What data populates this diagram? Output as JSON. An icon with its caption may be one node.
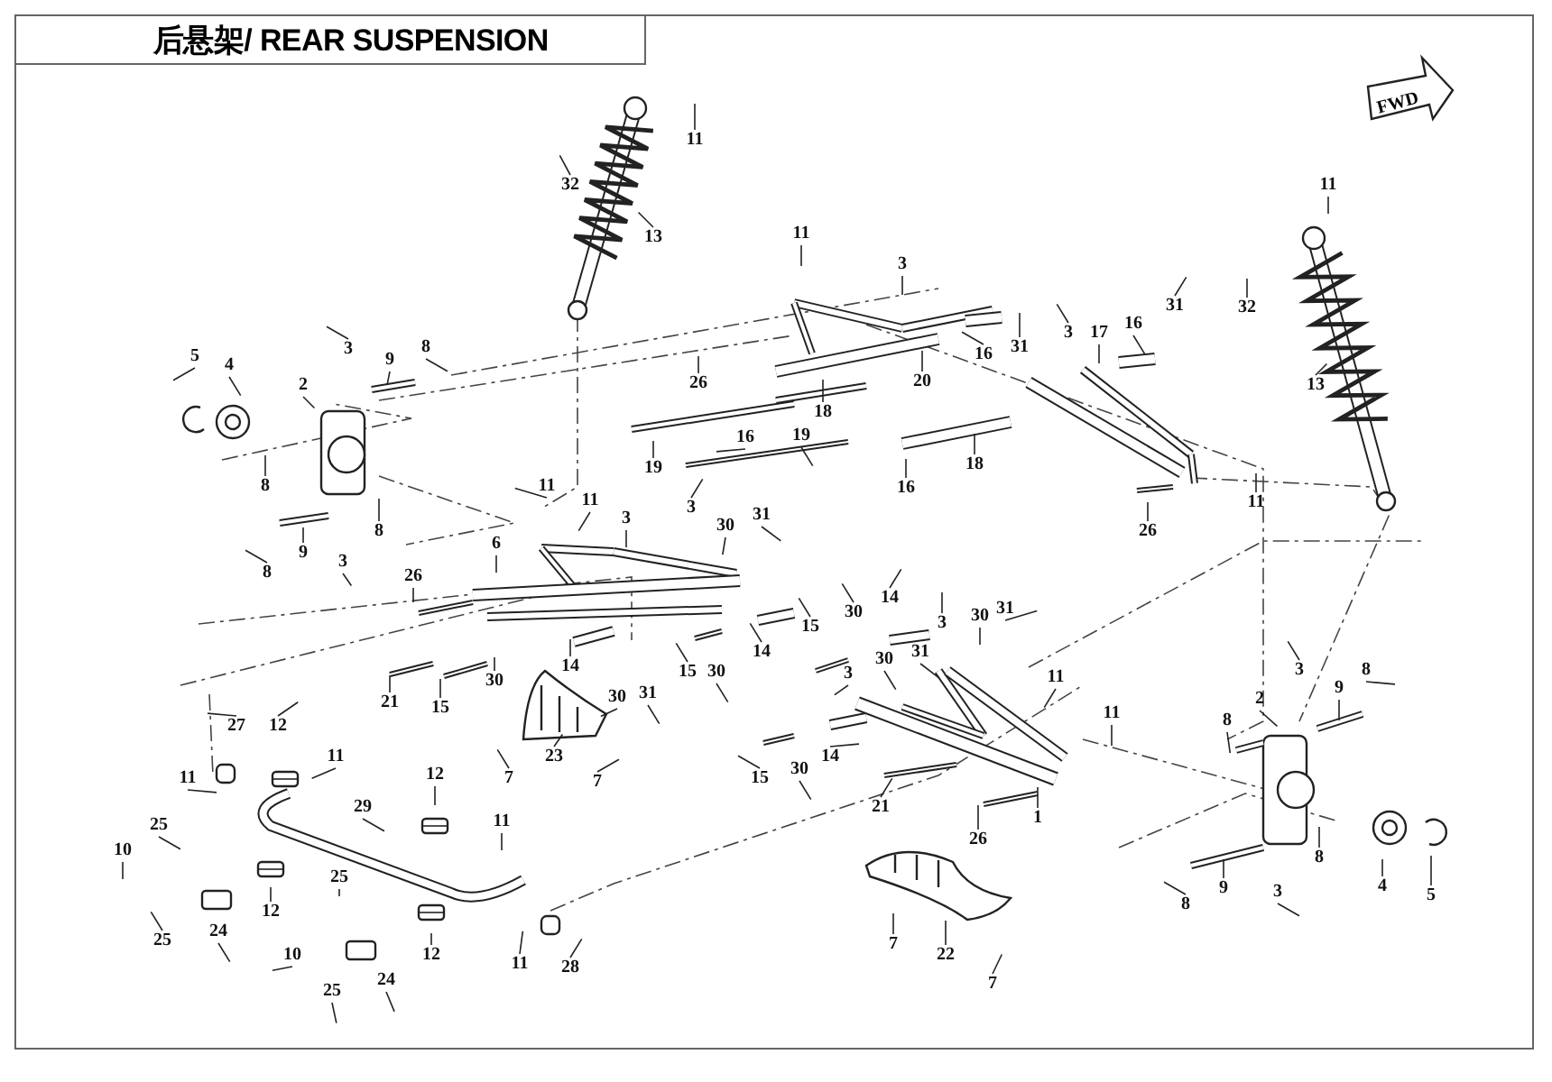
{
  "diagram": {
    "title": "后悬架/ REAR SUSPENSION",
    "nodes": [
      {
        "text": [
          "11"
        ]
      },
      {
        "text": [
          "32"
        ]
      },
      {
        "text": [
          "13"
        ]
      },
      {
        "text": [
          "5"
        ]
      },
      {
        "text": [
          "4"
        ]
      },
      {
        "text": [
          "3"
        ]
      },
      {
        "text": [
          "2"
        ]
      },
      {
        "text": [
          "9"
        ]
      },
      {
        "text": [
          "8"
        ]
      },
      {
        "text": [
          "8"
        ]
      },
      {
        "text": [
          "8"
        ]
      },
      {
        "text": [
          "8"
        ]
      },
      {
        "text": [
          "9"
        ]
      },
      {
        "text": [
          "3"
        ]
      },
      {
        "text": [
          "11"
        ]
      },
      {
        "text": [
          "11"
        ]
      },
      {
        "text": [
          "3"
        ]
      },
      {
        "text": [
          "3"
        ]
      },
      {
        "text": [
          "30"
        ]
      },
      {
        "text": [
          "31"
        ]
      },
      {
        "text": [
          "6"
        ]
      },
      {
        "text": [
          "26"
        ]
      },
      {
        "text": [
          "14"
        ]
      },
      {
        "text": [
          "14"
        ]
      },
      {
        "text": [
          "30"
        ]
      },
      {
        "text": [
          "15"
        ]
      },
      {
        "text": [
          "21"
        ]
      },
      {
        "text": [
          "30"
        ]
      },
      {
        "text": [
          "31"
        ]
      },
      {
        "text": [
          "15"
        ]
      },
      {
        "text": [
          "30"
        ]
      },
      {
        "text": [
          "7"
        ]
      },
      {
        "text": [
          "23"
        ]
      },
      {
        "text": [
          "7"
        ]
      },
      {
        "text": [
          "27"
        ]
      },
      {
        "text": [
          "11"
        ]
      },
      {
        "text": [
          "12"
        ]
      },
      {
        "text": [
          "11"
        ]
      },
      {
        "text": [
          "12"
        ]
      },
      {
        "text": [
          "29"
        ]
      },
      {
        "text": [
          "11"
        ]
      },
      {
        "text": [
          "25"
        ]
      },
      {
        "text": [
          "10"
        ]
      },
      {
        "text": [
          "25"
        ]
      },
      {
        "text": [
          "24"
        ]
      },
      {
        "text": [
          "12"
        ]
      },
      {
        "text": [
          "25"
        ]
      },
      {
        "text": [
          "10"
        ]
      },
      {
        "text": [
          "25"
        ]
      },
      {
        "text": [
          "24"
        ]
      },
      {
        "text": [
          "12"
        ]
      },
      {
        "text": [
          "11"
        ]
      },
      {
        "text": [
          "28"
        ]
      },
      {
        "text": [
          "11"
        ]
      },
      {
        "text": [
          "3"
        ]
      },
      {
        "text": [
          "26"
        ]
      },
      {
        "text": [
          "20"
        ]
      },
      {
        "text": [
          "16"
        ]
      },
      {
        "text": [
          "31"
        ]
      },
      {
        "text": [
          "18"
        ]
      },
      {
        "text": [
          "16"
        ]
      },
      {
        "text": [
          "19"
        ]
      },
      {
        "text": [
          "19"
        ]
      },
      {
        "text": [
          "16"
        ]
      },
      {
        "text": [
          "18"
        ]
      },
      {
        "text": [
          "3"
        ]
      },
      {
        "text": [
          "17"
        ]
      },
      {
        "text": [
          "16"
        ]
      },
      {
        "text": [
          "31"
        ]
      },
      {
        "text": [
          "11"
        ]
      },
      {
        "text": [
          "32"
        ]
      },
      {
        "text": [
          "13"
        ]
      },
      {
        "text": [
          "26"
        ]
      },
      {
        "text": [
          "11"
        ]
      },
      {
        "text": [
          "15"
        ]
      },
      {
        "text": [
          "30"
        ]
      },
      {
        "text": [
          "14"
        ]
      },
      {
        "text": [
          "3"
        ]
      },
      {
        "text": [
          "30"
        ]
      },
      {
        "text": [
          "31"
        ]
      },
      {
        "text": [
          "30"
        ]
      },
      {
        "text": [
          "31"
        ]
      },
      {
        "text": [
          "3"
        ]
      },
      {
        "text": [
          "11"
        ]
      },
      {
        "text": [
          "11"
        ]
      },
      {
        "text": [
          "15"
        ]
      },
      {
        "text": [
          "30"
        ]
      },
      {
        "text": [
          "14"
        ]
      },
      {
        "text": [
          "21"
        ]
      },
      {
        "text": [
          "26"
        ]
      },
      {
        "text": [
          "1"
        ]
      },
      {
        "text": [
          "7"
        ]
      },
      {
        "text": [
          "22"
        ]
      },
      {
        "text": [
          "7"
        ]
      },
      {
        "text": [
          "8"
        ]
      },
      {
        "text": [
          "2"
        ]
      },
      {
        "text": [
          "3"
        ]
      },
      {
        "text": [
          "9"
        ]
      },
      {
        "text": [
          "8"
        ]
      },
      {
        "text": [
          "8"
        ]
      },
      {
        "text": [
          "9"
        ]
      },
      {
        "text": [
          "3"
        ]
      },
      {
        "text": [
          "8"
        ]
      },
      {
        "text": [
          "4"
        ]
      },
      {
        "text": [
          "5"
        ]
      }
    ],
    "edges": [
      {
        "from": 0,
        "to": null,
        "arrow": "none"
      },
      {
        "from": 1,
        "to": null,
        "arrow": "none"
      },
      {
        "from": 2,
        "to": null,
        "arrow": "none"
      },
      {
        "from": 3,
        "to": null,
        "arrow": "none"
      },
      {
        "from": 4,
        "to": null,
        "arrow": "none"
      },
      {
        "from": 5,
        "to": null,
        "arrow": "none"
      },
      {
        "from": 6,
        "to": null,
        "arrow": "none"
      },
      {
        "from": 7,
        "to": null,
        "arrow": "none"
      },
      {
        "from": 8,
        "to": null,
        "arrow": "none"
      },
      {
        "from": 9,
        "to": null,
        "arrow": "none"
      },
      {
        "from": 10,
        "to": null,
        "arrow": "none"
      },
      {
        "from": 11,
        "to": null,
        "arrow": "none"
      },
      {
        "from": 12,
        "to": null,
        "arrow": "none"
      },
      {
        "from": 13,
        "to": null,
        "arrow": "none"
      },
      {
        "from": 14,
        "to": null,
        "arrow": "none"
      },
      {
        "from": 15,
        "to": null,
        "arrow": "none"
      },
      {
        "from": 16,
        "to": null,
        "arrow": "none"
      },
      {
        "from": 17,
        "to": null,
        "arrow": "none"
      },
      {
        "from": 18,
        "to": null,
        "arrow": "none"
      },
      {
        "from": 19,
        "to": null,
        "arrow": "none"
      },
      {
        "from": 20,
        "to": null,
        "arrow": "none"
      },
      {
        "from": 21,
        "to": null,
        "arrow": "none"
      },
      {
        "from": 22,
        "to": null,
        "arrow": "none"
      },
      {
        "from": 23,
        "to": null,
        "arrow": "none"
      },
      {
        "from": 24,
        "to": null,
        "arrow": "none"
      },
      {
        "from": 25,
        "to": null,
        "arrow": "none"
      },
      {
        "from": 26,
        "to": null,
        "arrow": "none"
      },
      {
        "from": 27,
        "to": null,
        "arrow": "none"
      },
      {
        "from": 28,
        "to": null,
        "arrow": "none"
      },
      {
        "from": 29,
        "to": null,
        "arrow": "none"
      },
      {
        "from": 30,
        "to": null,
        "arrow": "none"
      },
      {
        "from": 31,
        "to": null,
        "arrow": "none"
      },
      {
        "from": 32,
        "to": null,
        "arrow": "none"
      },
      {
        "from": 33,
        "to": null,
        "arrow": "none"
      },
      {
        "from": 34,
        "to": null,
        "arrow": "none"
      },
      {
        "from": 35,
        "to": null,
        "arrow": "none"
      },
      {
        "from": 36,
        "to": null,
        "arrow": "none"
      },
      {
        "from": 37,
        "to": null,
        "arrow": "none"
      },
      {
        "from": 38,
        "to": null,
        "arrow": "none"
      },
      {
        "from": 39,
        "to": null,
        "arrow": "none"
      },
      {
        "from": 40,
        "to": null,
        "arrow": "none"
      },
      {
        "from": 41,
        "to": null,
        "arrow": "none"
      },
      {
        "from": 42,
        "to": null,
        "arrow": "none"
      },
      {
        "from": 43,
        "to": null,
        "arrow": "none"
      },
      {
        "from": 44,
        "to": null,
        "arrow": "none"
      },
      {
        "from": 45,
        "to": null,
        "arrow": "none"
      },
      {
        "from": 46,
        "to": null,
        "arrow": "none"
      },
      {
        "from": 47,
        "to": null,
        "arrow": "none"
      },
      {
        "from": 48,
        "to": null,
        "arrow": "none"
      },
      {
        "from": 49,
        "to": null,
        "arrow": "none"
      },
      {
        "from": 50,
        "to": null,
        "arrow": "none"
      },
      {
        "from": 51,
        "to": null,
        "arrow": "none"
      },
      {
        "from": 52,
        "to": null,
        "arrow": "none"
      },
      {
        "from": 53,
        "to": null,
        "arrow": "none"
      },
      {
        "from": 54,
        "to": null,
        "arrow": "none"
      },
      {
        "from": 55,
        "to": null,
        "arrow": "none"
      },
      {
        "from": 56,
        "to": null,
        "arrow": "none"
      },
      {
        "from": 57,
        "to": null,
        "arrow": "none"
      },
      {
        "from": 58,
        "to": null,
        "arrow": "none"
      },
      {
        "from": 59,
        "to": null,
        "arrow": "none"
      },
      {
        "from": 60,
        "to": null,
        "arrow": "none"
      },
      {
        "from": 61,
        "to": null,
        "arrow": "none"
      },
      {
        "from": 62,
        "to": null,
        "arrow": "none"
      },
      {
        "from": 63,
        "to": null,
        "arrow": "none"
      },
      {
        "from": 64,
        "to": null,
        "arrow": "none"
      },
      {
        "from": 65,
        "to": null,
        "arrow": "none"
      },
      {
        "from": 66,
        "to": null,
        "arrow": "none"
      },
      {
        "from": 67,
        "to": null,
        "arrow": "none"
      },
      {
        "from": 68,
        "to": null,
        "arrow": "none"
      },
      {
        "from": 69,
        "to": null,
        "arrow": "none"
      },
      {
        "from": 70,
        "to": null,
        "arrow": "none"
      },
      {
        "from": 71,
        "to": null,
        "arrow": "none"
      },
      {
        "from": 72,
        "to": null,
        "arrow": "none"
      },
      {
        "from": 73,
        "to": null,
        "arrow": "none"
      },
      {
        "from": 74,
        "to": null,
        "arrow": "none"
      },
      {
        "from": 75,
        "to": null,
        "arrow": "none"
      },
      {
        "from": 76,
        "to": null,
        "arrow": "none"
      },
      {
        "from": 77,
        "to": null,
        "arrow": "none"
      },
      {
        "from": 78,
        "to": null,
        "arrow": "none"
      },
      {
        "from": 79,
        "to": null,
        "arrow": "none"
      },
      {
        "from": 80,
        "to": null,
        "arrow": "none"
      },
      {
        "from": 81,
        "to": null,
        "arrow": "none"
      },
      {
        "from": 82,
        "to": null,
        "arrow": "none"
      },
      {
        "from": 83,
        "to": null,
        "arrow": "none"
      },
      {
        "from": 84,
        "to": null,
        "arrow": "none"
      },
      {
        "from": 85,
        "to": null,
        "arrow": "none"
      },
      {
        "from": 86,
        "to": null,
        "arrow": "none"
      },
      {
        "from": 87,
        "to": null,
        "arrow": "none"
      },
      {
        "from": 88,
        "to": null,
        "arrow": "none"
      },
      {
        "from": 89,
        "to": null,
        "arrow": "none"
      },
      {
        "from": 90,
        "to": null,
        "arrow": "none"
      },
      {
        "from": 91,
        "to": null,
        "arrow": "none"
      },
      {
        "from": 92,
        "to": null,
        "arrow": "none"
      },
      {
        "from": 93,
        "to": null,
        "arrow": "none"
      },
      {
        "from": 94,
        "to": null,
        "arrow": "none"
      },
      {
        "from": 95,
        "to": null,
        "arrow": "none"
      },
      {
        "from": 96,
        "to": null,
        "arrow": "none"
      },
      {
        "from": 97,
        "to": null,
        "arrow": "none"
      },
      {
        "from": 98,
        "to": null,
        "arrow": "none"
      },
      {
        "from": 99,
        "to": null,
        "arrow": "none"
      },
      {
        "from": 100,
        "to": null,
        "arrow": "none"
      },
      {
        "from": 101,
        "to": null,
        "arrow": "none"
      },
      {
        "from": 102,
        "to": null,
        "arrow": "none"
      },
      {
        "from": 103,
        "to": null,
        "arrow": "none"
      },
      {
        "from": 104,
        "to": null,
        "arrow": "none"
      }
    ],
    "labels": [
      "FWD"
    ]
  }
}
